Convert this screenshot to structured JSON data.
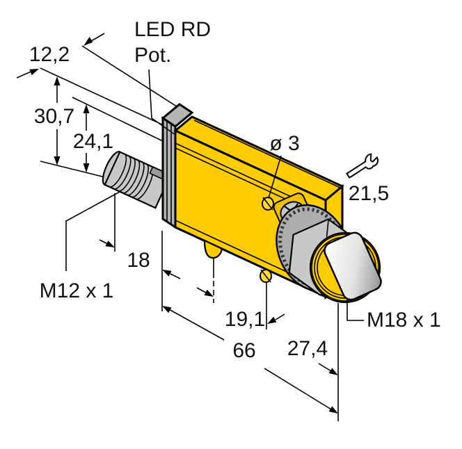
{
  "drawing": {
    "type": "technical-dimension-drawing",
    "subject": "photoelectric sensor with M18 lens barrel and M12 connector",
    "units": "mm",
    "dims": {
      "top_width": "12,2",
      "overall_height": "30,7",
      "body_height": "24,1",
      "hole_dia": "ø 3",
      "wrench": "21,5",
      "rear_offset": "18",
      "tab_pos": "19,1",
      "length": "66",
      "front_len": "27,4"
    },
    "threads": {
      "connector": "M12 x 1",
      "lens": "M18 x 1"
    },
    "callouts": {
      "led": "LED RD",
      "pot": "Pot."
    },
    "icons": {
      "wrench": "wrench-icon"
    },
    "colors": {
      "housing": "#fc0",
      "housing_dark": "#eeb800",
      "metal_light": "#c8c8c8",
      "metal_mid": "#adadad",
      "outline": "#000000",
      "background": "#ffffff"
    }
  }
}
